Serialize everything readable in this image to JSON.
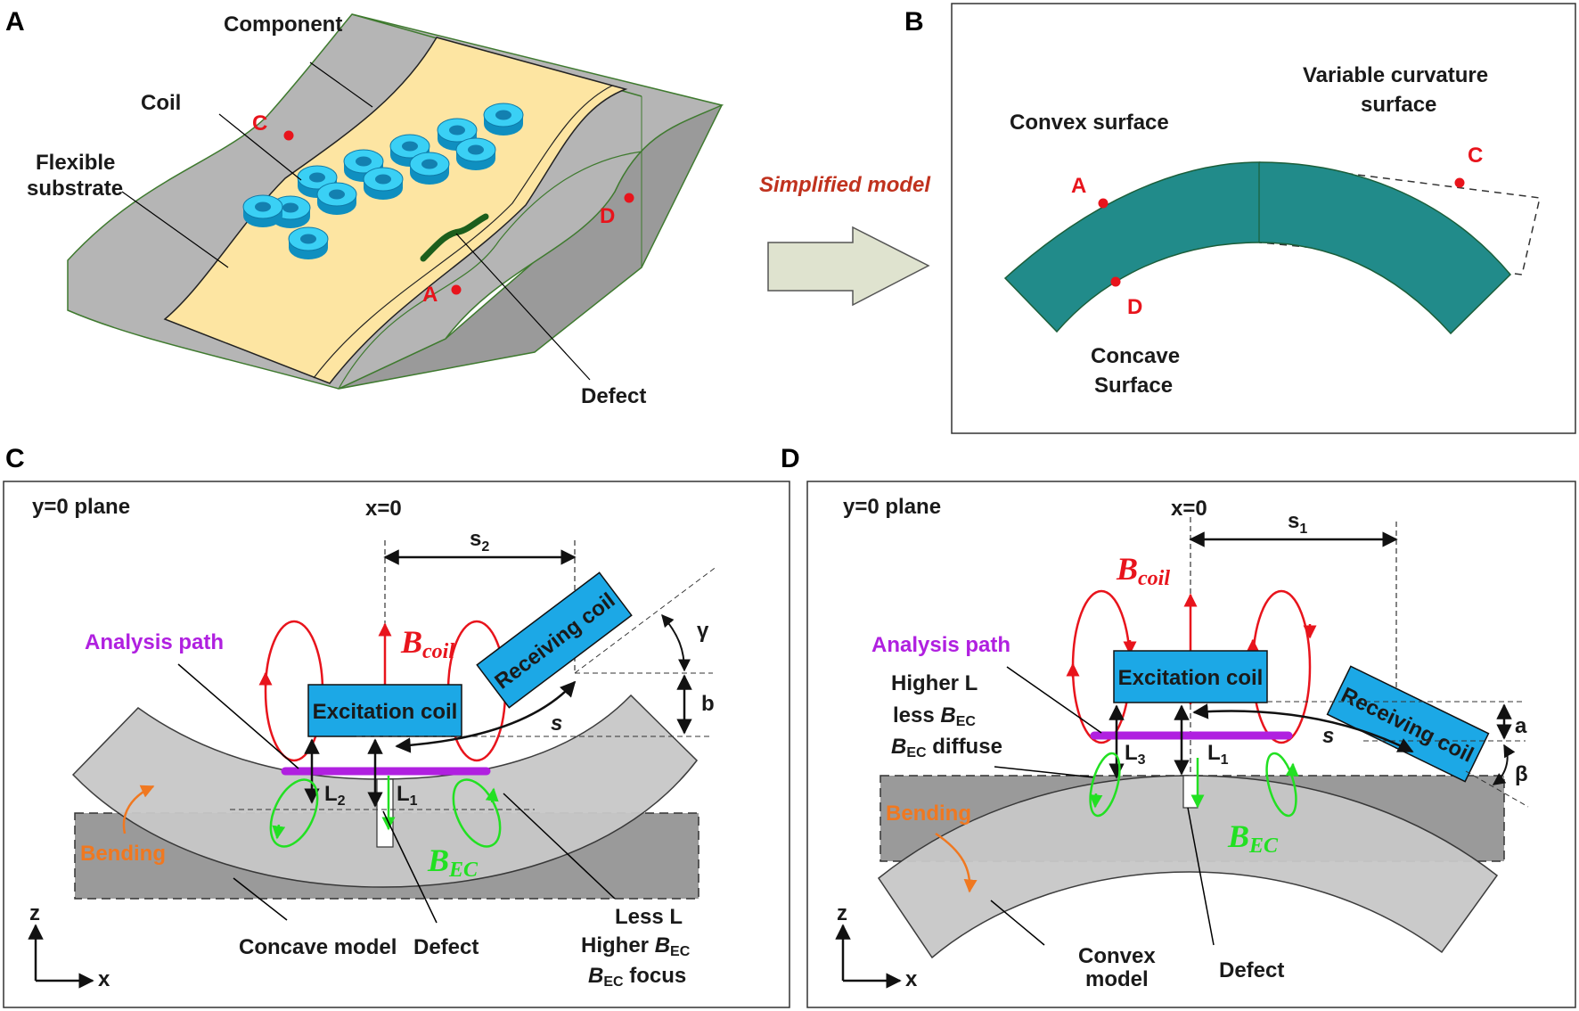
{
  "panels": {
    "a": {
      "letter": "A",
      "component": "Component",
      "coil": "Coil",
      "flexible": "Flexible",
      "substrate": "substrate",
      "defect": "Defect",
      "pt_a": "A",
      "pt_c": "C",
      "pt_d": "D"
    },
    "arrow_label": "Simplified model",
    "b": {
      "letter": "B",
      "convex": "Convex surface",
      "variable_1": "Variable curvature",
      "variable_2": "surface",
      "concave_1": "Concave",
      "concave_2": "Surface",
      "pt_a": "A",
      "pt_c": "C",
      "pt_d": "D"
    },
    "c": {
      "letter": "C",
      "plane": "y=0 plane",
      "x0": "x=0",
      "s2": "s",
      "s2_sub": "2",
      "b_coil": "B",
      "b_coil_sub": "coil",
      "analysis": "Analysis path",
      "excitation": "Excitation coil",
      "receiving": "Receiving coil",
      "gamma": "γ",
      "b": "b",
      "s": "s",
      "l2": "L",
      "l2_sub": "2",
      "l1": "L",
      "l1_sub": "1",
      "bending": "Bending",
      "bec": "B",
      "bec_sub": "EC",
      "concave_model": "Concave model",
      "defect": "Defect",
      "less_l": "Less L",
      "higher_bec": "Higher ",
      "higher_bec_b": "B",
      "higher_bec_sub": "EC",
      "bec_focus_b": "B",
      "bec_focus_sub": "EC",
      "bec_focus": " focus",
      "axis_z": "z",
      "axis_x": "x"
    },
    "d": {
      "letter": "D",
      "plane": "y=0 plane",
      "x0": "x=0",
      "s1": "s",
      "s1_sub": "1",
      "b_coil": "B",
      "b_coil_sub": "coil",
      "analysis": "Analysis path",
      "higher_l": "Higher L",
      "less_bec": "less ",
      "less_bec_b": "B",
      "less_bec_sub": "EC",
      "diffuse_b": "B",
      "diffuse_sub": "EC",
      "diffuse": " diffuse",
      "excitation": "Excitation coil",
      "receiving": "Receiving coil",
      "a": "a",
      "beta": "β",
      "s": "s",
      "l3": "L",
      "l3_sub": "3",
      "l1": "L",
      "l1_sub": "1",
      "bending": "Bending",
      "bec": "B",
      "bec_sub": "EC",
      "convex_model_1": "Convex",
      "convex_model_2": "model",
      "defect": "Defect",
      "axis_z": "z",
      "axis_x": "x"
    }
  },
  "colors": {
    "teal": "#218b8a",
    "substrate": "#fde5a2",
    "component": "#b0b0b0",
    "coil": "#29c6ef",
    "red": "#e8141c",
    "green": "#22e022",
    "purple": "#b020e0",
    "orange": "#f07820",
    "blue_box": "#1ca8e6"
  }
}
